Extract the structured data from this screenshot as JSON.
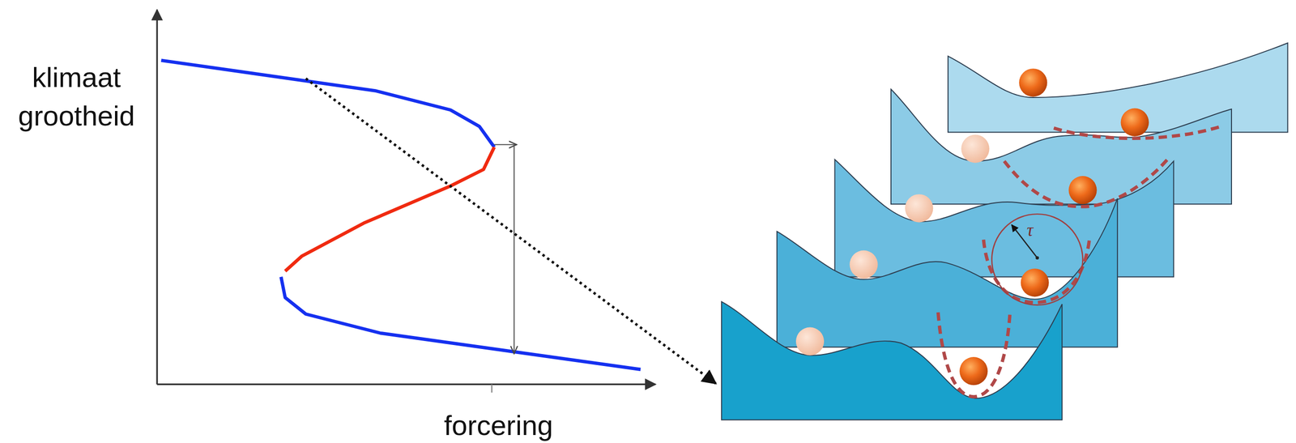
{
  "diagram": {
    "labels": [
      "klimaat grootheid",
      "forcering",
      "τ"
    ]
  }
}
